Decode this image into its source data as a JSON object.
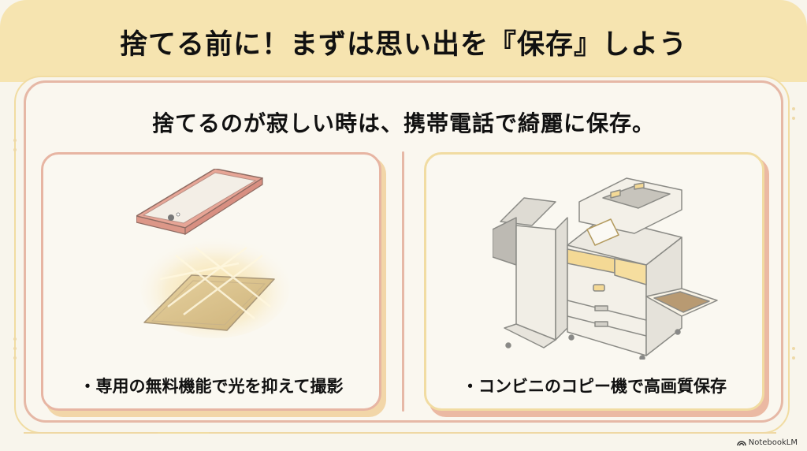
{
  "header": {
    "title": "捨てる前に！まずは思い出を『保存』しよう"
  },
  "main": {
    "subtitle": "捨てるのが寂しい時は、携帯電話で綺麗に保存。",
    "cards": [
      {
        "illustration": "smartphone-scanning-photo-icon",
        "caption": "・専用の無料機能で光を抑えて撮影"
      },
      {
        "illustration": "copy-machine-icon",
        "caption": "・コンビニのコピー機で高画質保存"
      }
    ]
  },
  "footer": {
    "watermark": "NotebookLM"
  },
  "colors": {
    "header_band": "#f6e4b0",
    "background": "#f8f5ec",
    "frame_pink": "#e6b8a6",
    "frame_yellow": "#f1dca2",
    "text": "#111111"
  }
}
